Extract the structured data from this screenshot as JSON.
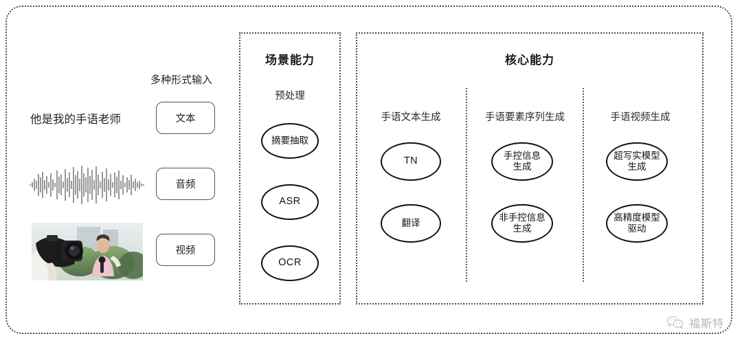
{
  "diagram": {
    "title_hidden": "",
    "input_section": {
      "caption": "多种形式输入",
      "sample_sentence": "他是我的手语老师",
      "modalities": [
        {
          "label": "文本",
          "icon": "text-sample"
        },
        {
          "label": "音频",
          "icon": "audio-waveform"
        },
        {
          "label": "视频",
          "icon": "video-thumbnail"
        }
      ]
    },
    "scene_panel": {
      "title": "场景能力",
      "group_label": "预处理",
      "nodes": [
        {
          "label": "摘要抽取",
          "script": "cjk"
        },
        {
          "label": "ASR",
          "script": "latin"
        },
        {
          "label": "OCR",
          "script": "latin"
        }
      ]
    },
    "core_panel": {
      "title": "核心能力",
      "columns": [
        {
          "header": "手语文本生成",
          "nodes": [
            {
              "label": "TN",
              "script": "latin"
            },
            {
              "label": "翻译",
              "script": "cjk"
            }
          ]
        },
        {
          "header": "手语要素序列生成",
          "nodes": [
            {
              "label": "手控信息\n生成",
              "script": "cjk"
            },
            {
              "label": "非手控信息\n生成",
              "script": "cjk"
            }
          ]
        },
        {
          "header": "手语视频生成",
          "nodes": [
            {
              "label": "超写实模型\n生成",
              "script": "cjk"
            },
            {
              "label": "高精度模型\n驱动",
              "script": "cjk"
            }
          ]
        }
      ]
    },
    "watermark": {
      "text": "福斯特",
      "icon": "wechat-bubble-icon"
    },
    "colors": {
      "frame_dotted": "#4a4a4a",
      "node_stroke": "#111111",
      "chip_stroke": "#555555",
      "text": "#222222",
      "watermark_text": "#7b7b7b",
      "background": "#ffffff"
    }
  }
}
